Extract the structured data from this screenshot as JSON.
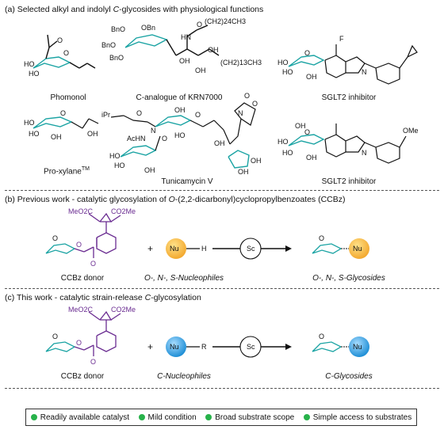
{
  "section_a": {
    "title_pre": "(a) Selected alkyl and indolyl ",
    "title_italic": "C",
    "title_post": "-glycosides with physiological functions",
    "compounds": [
      {
        "name": "Phomonol"
      },
      {
        "name": "C-analogue of KRN7000"
      },
      {
        "name": "SGLT2 inhibitor"
      },
      {
        "name": "Pro-xylane",
        "sup": "TM"
      },
      {
        "name": "Tunicamycin V"
      },
      {
        "name": "SGLT2 inhibitor"
      }
    ],
    "atom_labels": {
      "ho": "HO",
      "oh": "OH",
      "o": "O",
      "bno": "BnO",
      "obn": "OBn",
      "hn": "HN",
      "nh": "N",
      "h": "H",
      "f": "F",
      "n": "N",
      "ome": "OMe",
      "ipr": "iPr",
      "achn": "AcHN",
      "c24": "(CH2)24CH3",
      "c13": "(CH2)13CH3"
    }
  },
  "section_b": {
    "title_pre": "(b) Previous work - catalytic glycosylation of ",
    "title_italic": "O",
    "title_post": "-(2,2-dicarbonyl)cyclopropylbenzoates (CCBz)",
    "donor_label": "CCBz donor",
    "meo2c": "MeO2C",
    "co2me": "CO2Me",
    "plus": "+",
    "nu": "Nu",
    "h": "H",
    "nucleophile_label": "O-, N-, S-Nucleophiles",
    "catalyst": "Sc",
    "product_label": "O-, N-, S-Glycosides"
  },
  "section_c": {
    "title_pre": "(c) This work - catalytic strain-release ",
    "title_italic": "C",
    "title_post": "-glycosylation",
    "donor_label": "CCBz donor",
    "meo2c": "MeO2C",
    "co2me": "CO2Me",
    "plus": "+",
    "nu": "Nu",
    "r": "R",
    "nucleophile_label": "C-Nucleophiles",
    "catalyst": "Sc",
    "product_label": "C-Glycosides"
  },
  "footer": {
    "items": [
      "Readily available catalyst",
      "Mild condition",
      "Broad substrate scope",
      "Simple access to substrates"
    ]
  },
  "colors": {
    "teal": "#1aa3a3",
    "purple": "#6a2c91",
    "orange": "#f3a92f",
    "blue": "#2b9fe0",
    "green": "#27b24a"
  }
}
